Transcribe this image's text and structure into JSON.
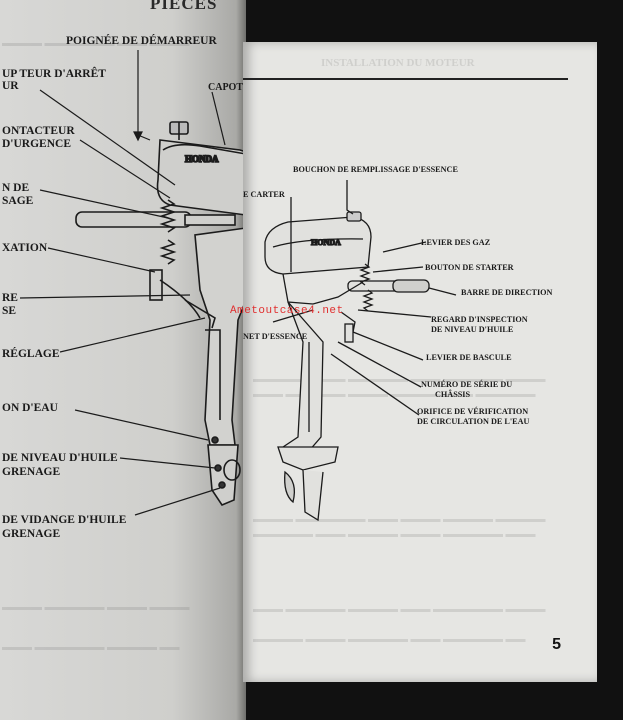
{
  "left_page": {
    "header": "PIÈCES",
    "labels": [
      "POIGNÉE DE DÉMARREUR",
      "UP TEUR D'ARRÊT",
      "UR",
      "ONTACTEUR",
      "D'URGENCE",
      "N DE",
      "SAGE",
      "XATION",
      "RE",
      "SE",
      "RÉGLAGE",
      "ON D'EAU",
      "DE NIVEAU D'HUILE",
      "GRENAGE",
      "DE VIDANGE D'HUILE",
      "GRENAGE",
      "CAPOT M"
    ],
    "brand_on_motor": "HONDA"
  },
  "right_page": {
    "header_ghost": "INSTALLATION DU MOTEUR",
    "labels": {
      "fuel_cap": "BOUCHON DE REMPLISSAGE D'ESSENCE",
      "carter": "E CARTER",
      "throttle": "LEVIER DES GAZ",
      "choke": "BOUTON DE STARTER",
      "tiller": "BARRE DE DIRECTION",
      "oil_inspect_1": "REGARD D'INSPECTION",
      "oil_inspect_2": "DE NIVEAU D'HUILE",
      "fuel_tap": "NET D'ESSENCE",
      "tilt": "LEVIER DE BASCULE",
      "serial_1": "NUMÉRO DE SÉRIE DU",
      "serial_2": "CHÂSSIS",
      "water_check_1": "ORIFICE DE VÉRIFICATION",
      "water_check_2": "DE CIRCULATION DE L'EAU"
    },
    "brand_on_motor": "HONDA",
    "page_number": "5"
  },
  "watermark": "Ametoutcase4.net"
}
